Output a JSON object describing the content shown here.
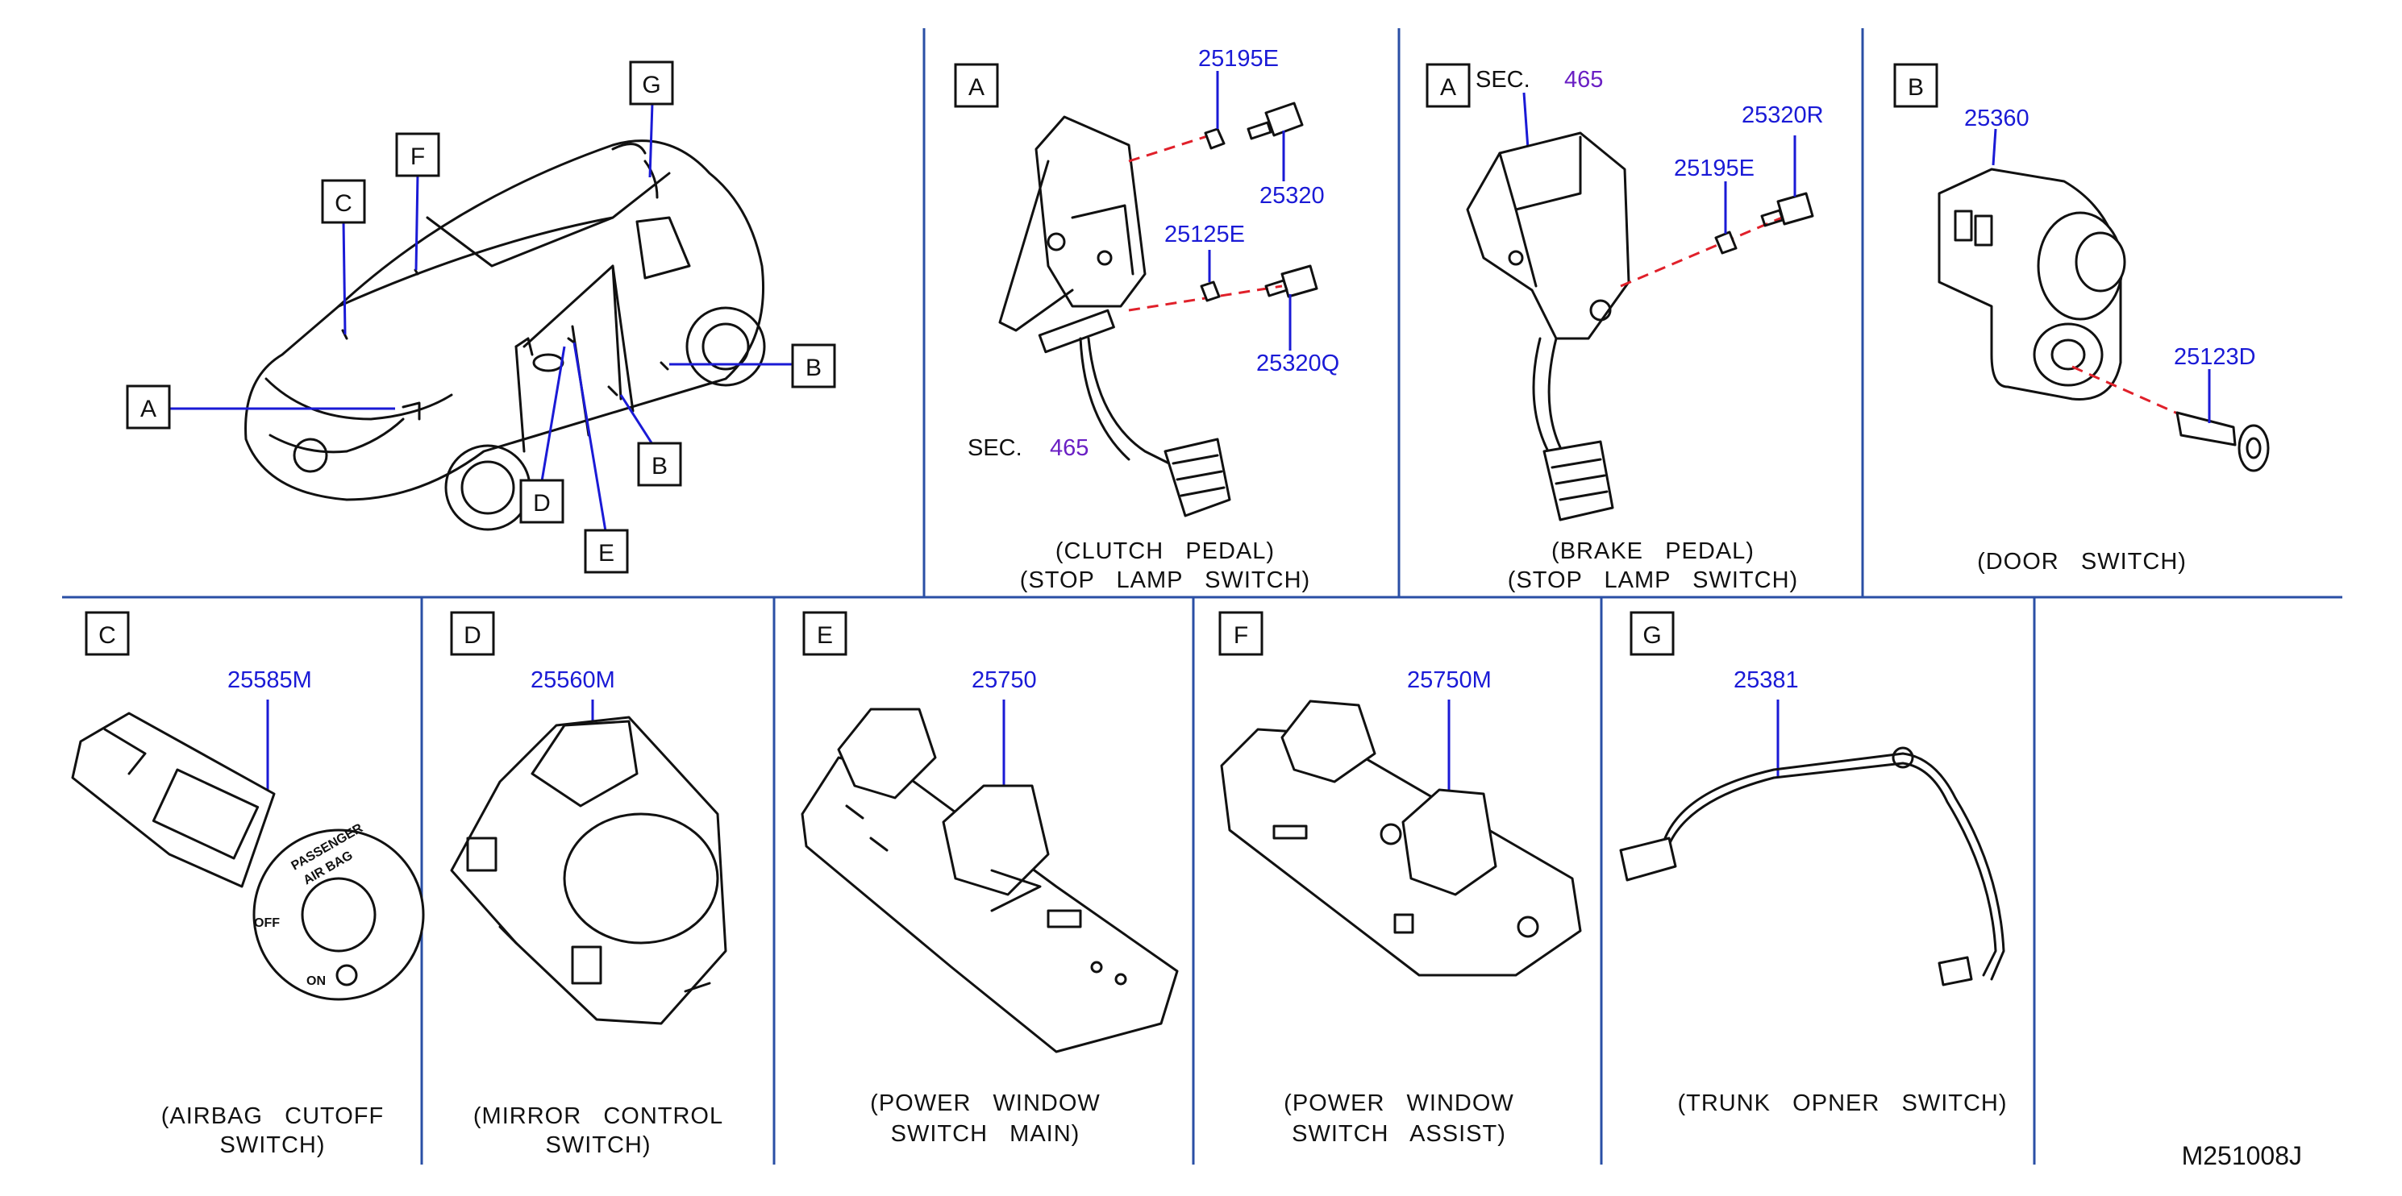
{
  "code": "M251008J",
  "car": {
    "callouts": [
      "A",
      "B",
      "B",
      "C",
      "D",
      "E",
      "F",
      "G"
    ]
  },
  "panels": {
    "clutch": {
      "letter": "A",
      "parts": [
        "25195E",
        "25320",
        "25125E",
        "25320Q"
      ],
      "sec_label": "SEC.",
      "sec_num": "465",
      "caption1": "(CLUTCH   PEDAL)",
      "caption2": "(STOP   LAMP   SWITCH)"
    },
    "brake": {
      "letter": "A",
      "sec_label": "SEC.",
      "sec_num": "465",
      "parts": [
        "25320R",
        "25195E"
      ],
      "caption1": "(BRAKE   PEDAL)",
      "caption2": "(STOP   LAMP   SWITCH)"
    },
    "door": {
      "letter": "B",
      "parts": [
        "25360",
        "25123D"
      ],
      "caption1": "(DOOR   SWITCH)"
    },
    "airbag": {
      "letter": "C",
      "part": "25585M",
      "caption1": "(AIRBAG   CUTOFF",
      "caption2": "SWITCH)",
      "face_text1": "PASSENGER",
      "face_text2": "AIR BAG",
      "face_off": "OFF",
      "face_on": "ON"
    },
    "mirror": {
      "letter": "D",
      "part": "25560M",
      "caption1": "(MIRROR   CONTROL",
      "caption2": "SWITCH)"
    },
    "pwmain": {
      "letter": "E",
      "part": "25750",
      "caption1": "(POWER   WINDOW",
      "caption2": "SWITCH   MAIN)"
    },
    "pwassist": {
      "letter": "F",
      "part": "25750M",
      "caption1": "(POWER   WINDOW",
      "caption2": "SWITCH   ASSIST)"
    },
    "trunk": {
      "letter": "G",
      "part": "25381",
      "caption1": "(TRUNK   OPNER   SWITCH)"
    }
  },
  "colors": {
    "part_number": "#1a1ad6",
    "section_ref": "#6a1fc4",
    "dashed_leader": "#e0202a",
    "divider": "#2a4fa5"
  }
}
